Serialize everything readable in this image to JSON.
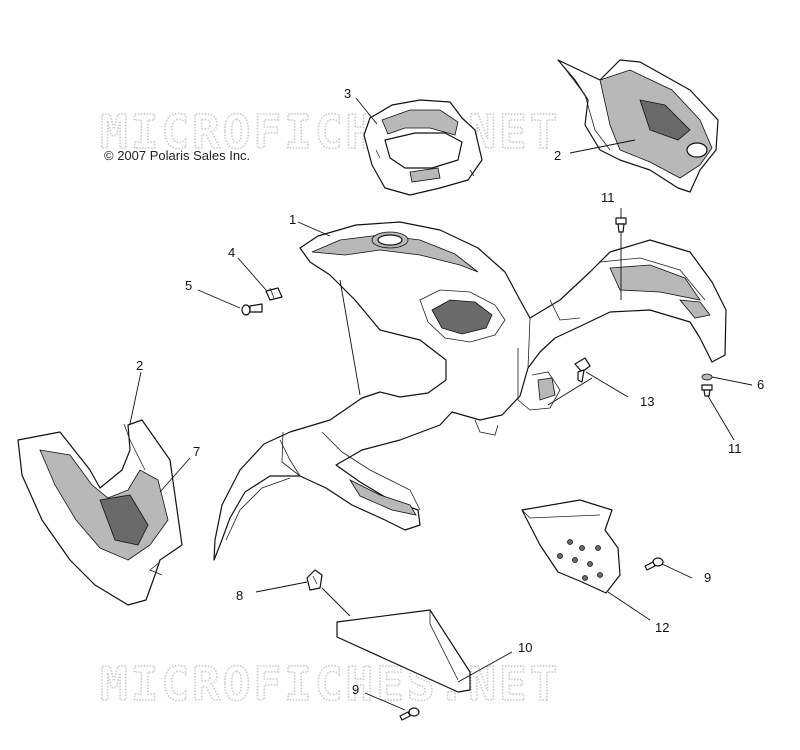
{
  "watermark": "MICROFICHES.NET",
  "copyright": "© 2007 Polaris Sales Inc.",
  "callouts": {
    "c1": "1",
    "c2_top": "2",
    "c2_left": "2",
    "c3": "3",
    "c4": "4",
    "c5": "5",
    "c6": "6",
    "c7": "7",
    "c8": "8",
    "c9_right": "9",
    "c9_bottom": "9",
    "c10": "10",
    "c11_top": "11",
    "c11_right": "11",
    "c12": "12",
    "c13": "13"
  }
}
